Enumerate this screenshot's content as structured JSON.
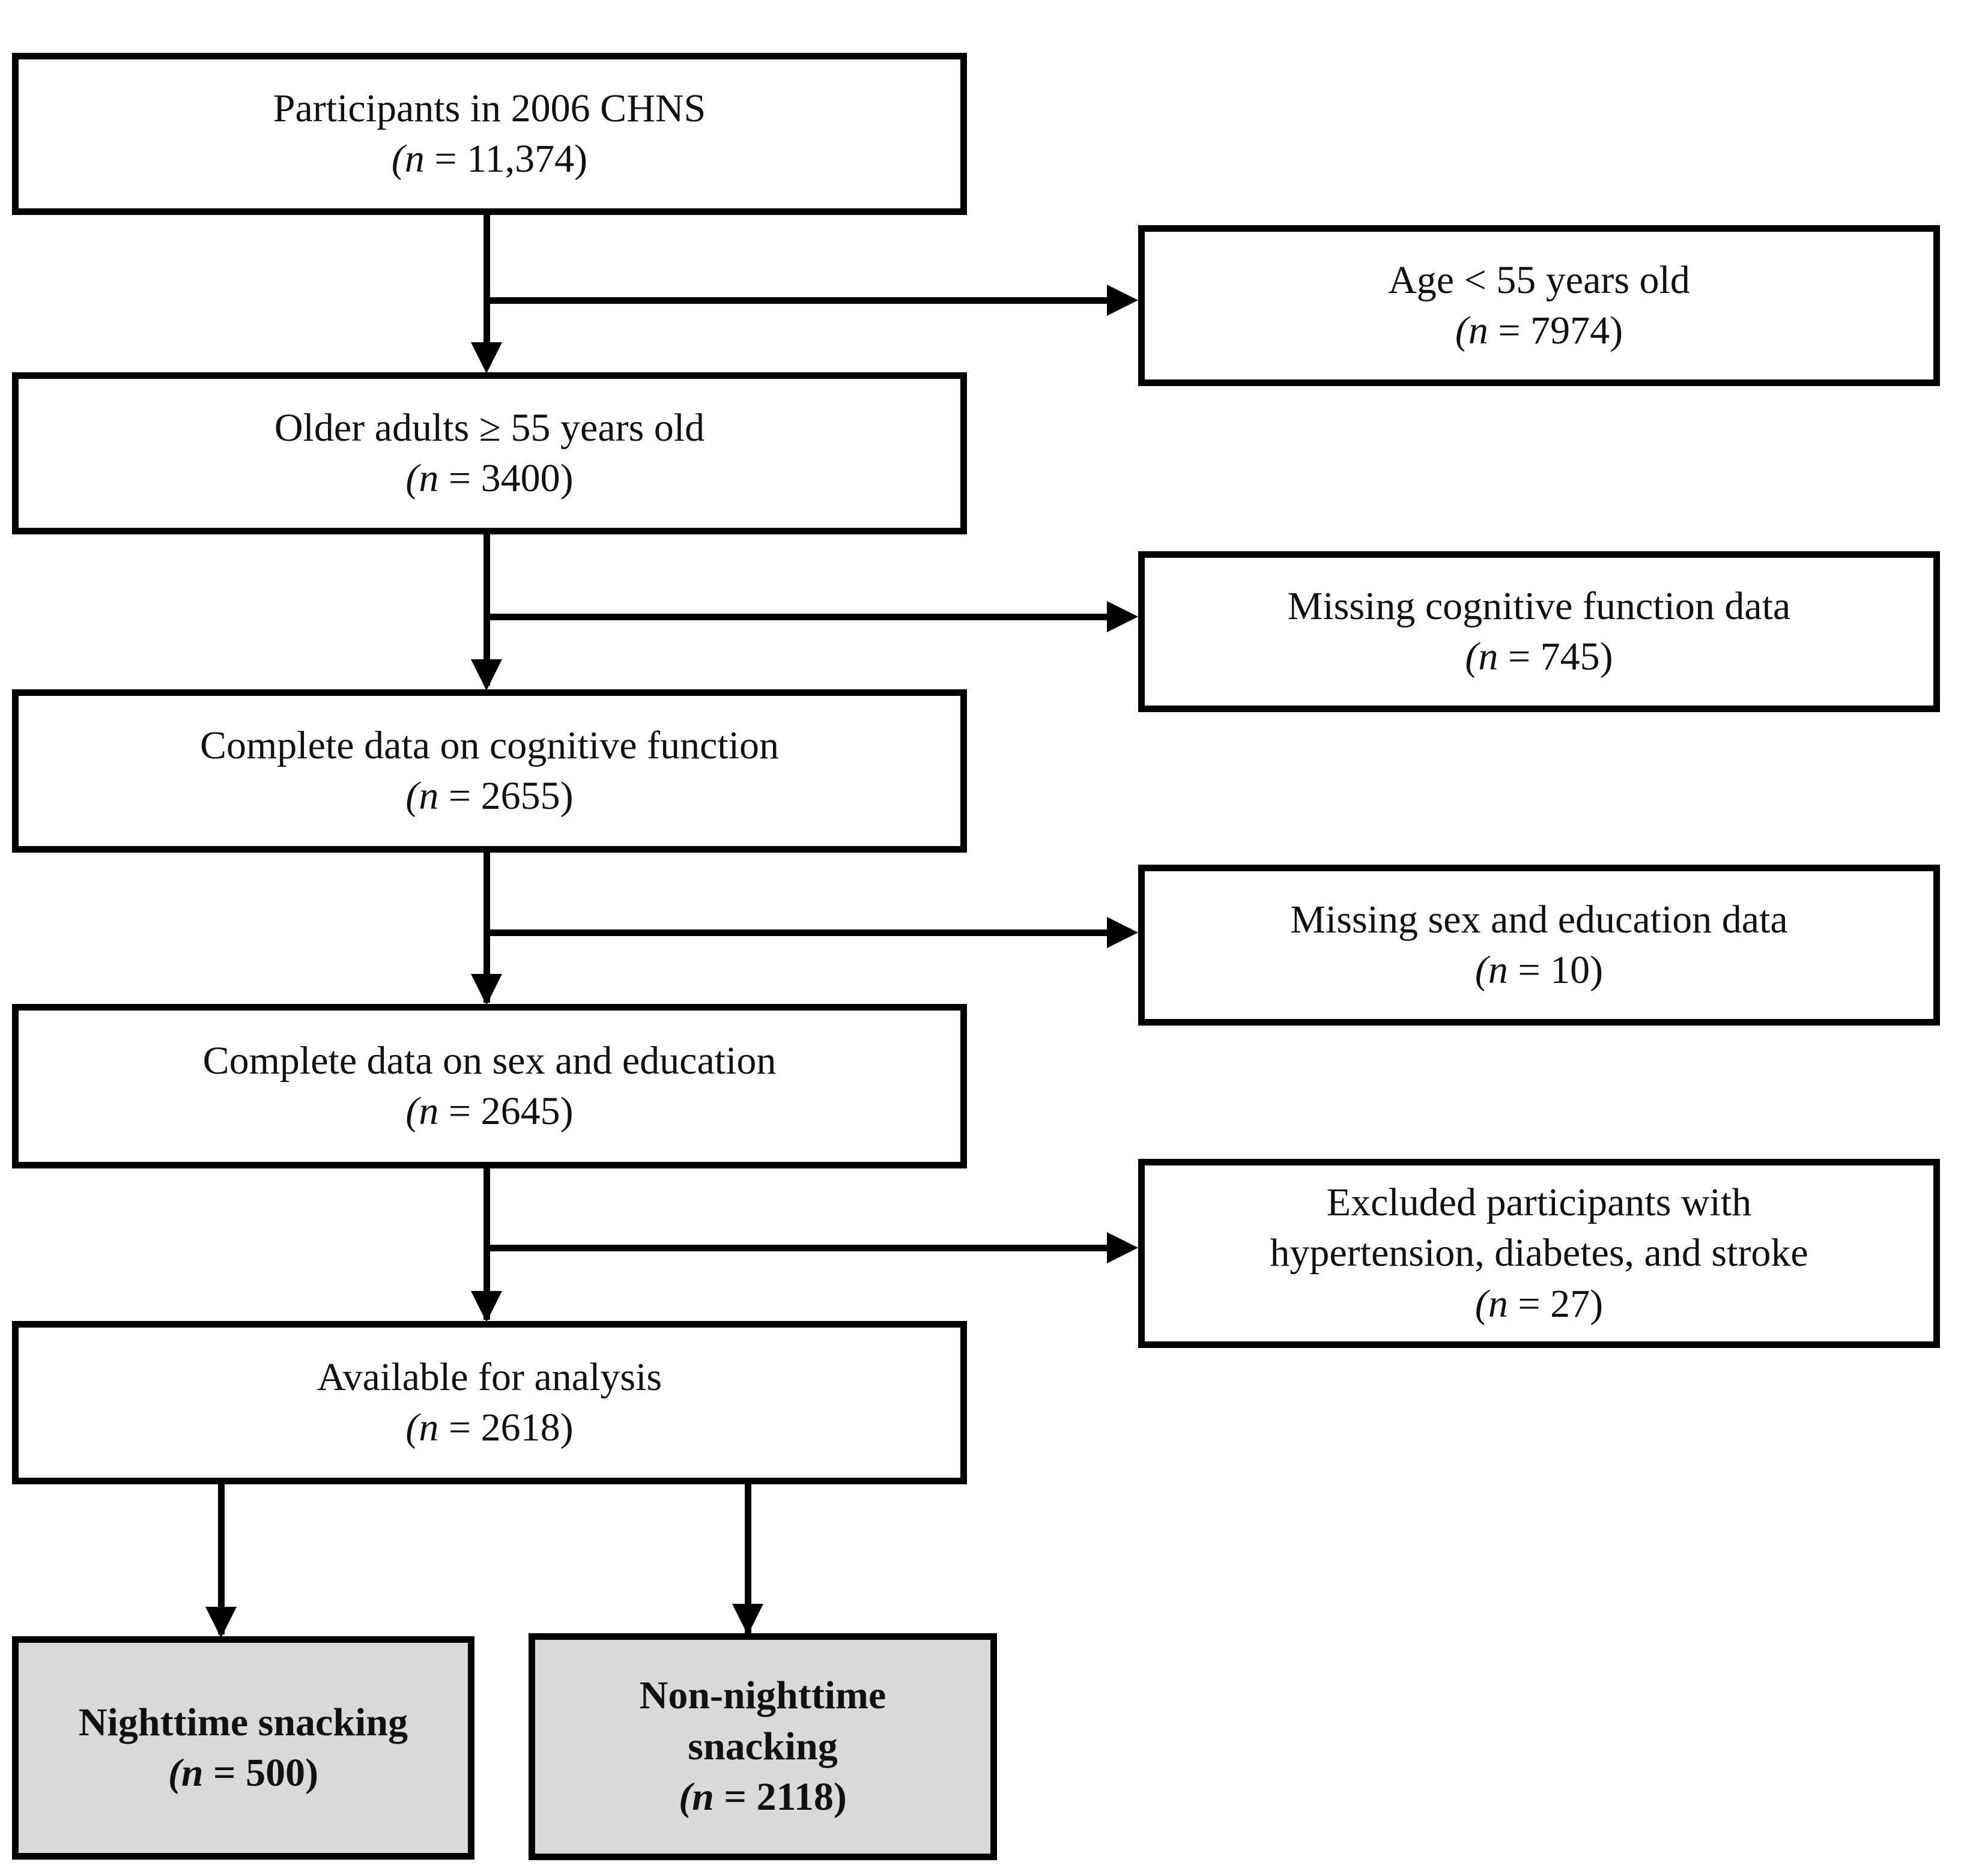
{
  "figure": {
    "type": "flowchart",
    "title": "Participant selection flow diagram",
    "colors": {
      "box_border": "#000000",
      "box_fill": "#ffffff",
      "highlight_fill": "#d9d9d9",
      "text": "#000000",
      "connector": "#000000"
    }
  },
  "main_nodes": [
    {
      "id": "participants",
      "label": "Participants in 2006 CHNS",
      "count_prefix": "(n",
      "count_text": " = 11,374)",
      "n": 11374
    },
    {
      "id": "older_adults",
      "label": "Older adults  ≥ 55 years old",
      "count_prefix": "(n",
      "count_text": " = 3400)",
      "n": 3400
    },
    {
      "id": "complete_cognitive",
      "label": "Complete data on cognitive function",
      "count_prefix": "(n",
      "count_text": " = 2655)",
      "n": 2655
    },
    {
      "id": "complete_sex_edu",
      "label": "Complete data on sex and education",
      "count_prefix": "(n",
      "count_text": " = 2645)",
      "n": 2645
    },
    {
      "id": "available",
      "label": "Available for analysis",
      "count_prefix": "(n",
      "count_text": " = 2618)",
      "n": 2618
    }
  ],
  "exclusion_nodes": [
    {
      "id": "age_under_55",
      "label": "Age < 55 years old",
      "count_prefix": "(n",
      "count_text": " = 7974)",
      "n": 7974
    },
    {
      "id": "missing_cognitive",
      "label": "Missing cognitive function data",
      "count_prefix": "(n",
      "count_text": " = 745)",
      "n": 745
    },
    {
      "id": "missing_sex_edu",
      "label": "Missing sex and education data",
      "count_prefix": "(n",
      "count_text": " = 10)",
      "n": 10
    },
    {
      "id": "excluded_conditions",
      "label_line1": "Excluded participants with",
      "label_line2": "hypertension, diabetes, and stroke",
      "count_prefix": "(n",
      "count_text": " = 27)",
      "n": 27
    }
  ],
  "outcome_nodes": [
    {
      "id": "nighttime_snacking",
      "label": "Nighttime snacking",
      "count_prefix": "(n",
      "count_text": " = 500)",
      "n": 500
    },
    {
      "id": "non_nighttime_snacking",
      "label_line1": "Non-nighttime",
      "label_line2": "snacking",
      "count_prefix": "(n",
      "count_text": " = 2118)",
      "n": 2118
    }
  ]
}
